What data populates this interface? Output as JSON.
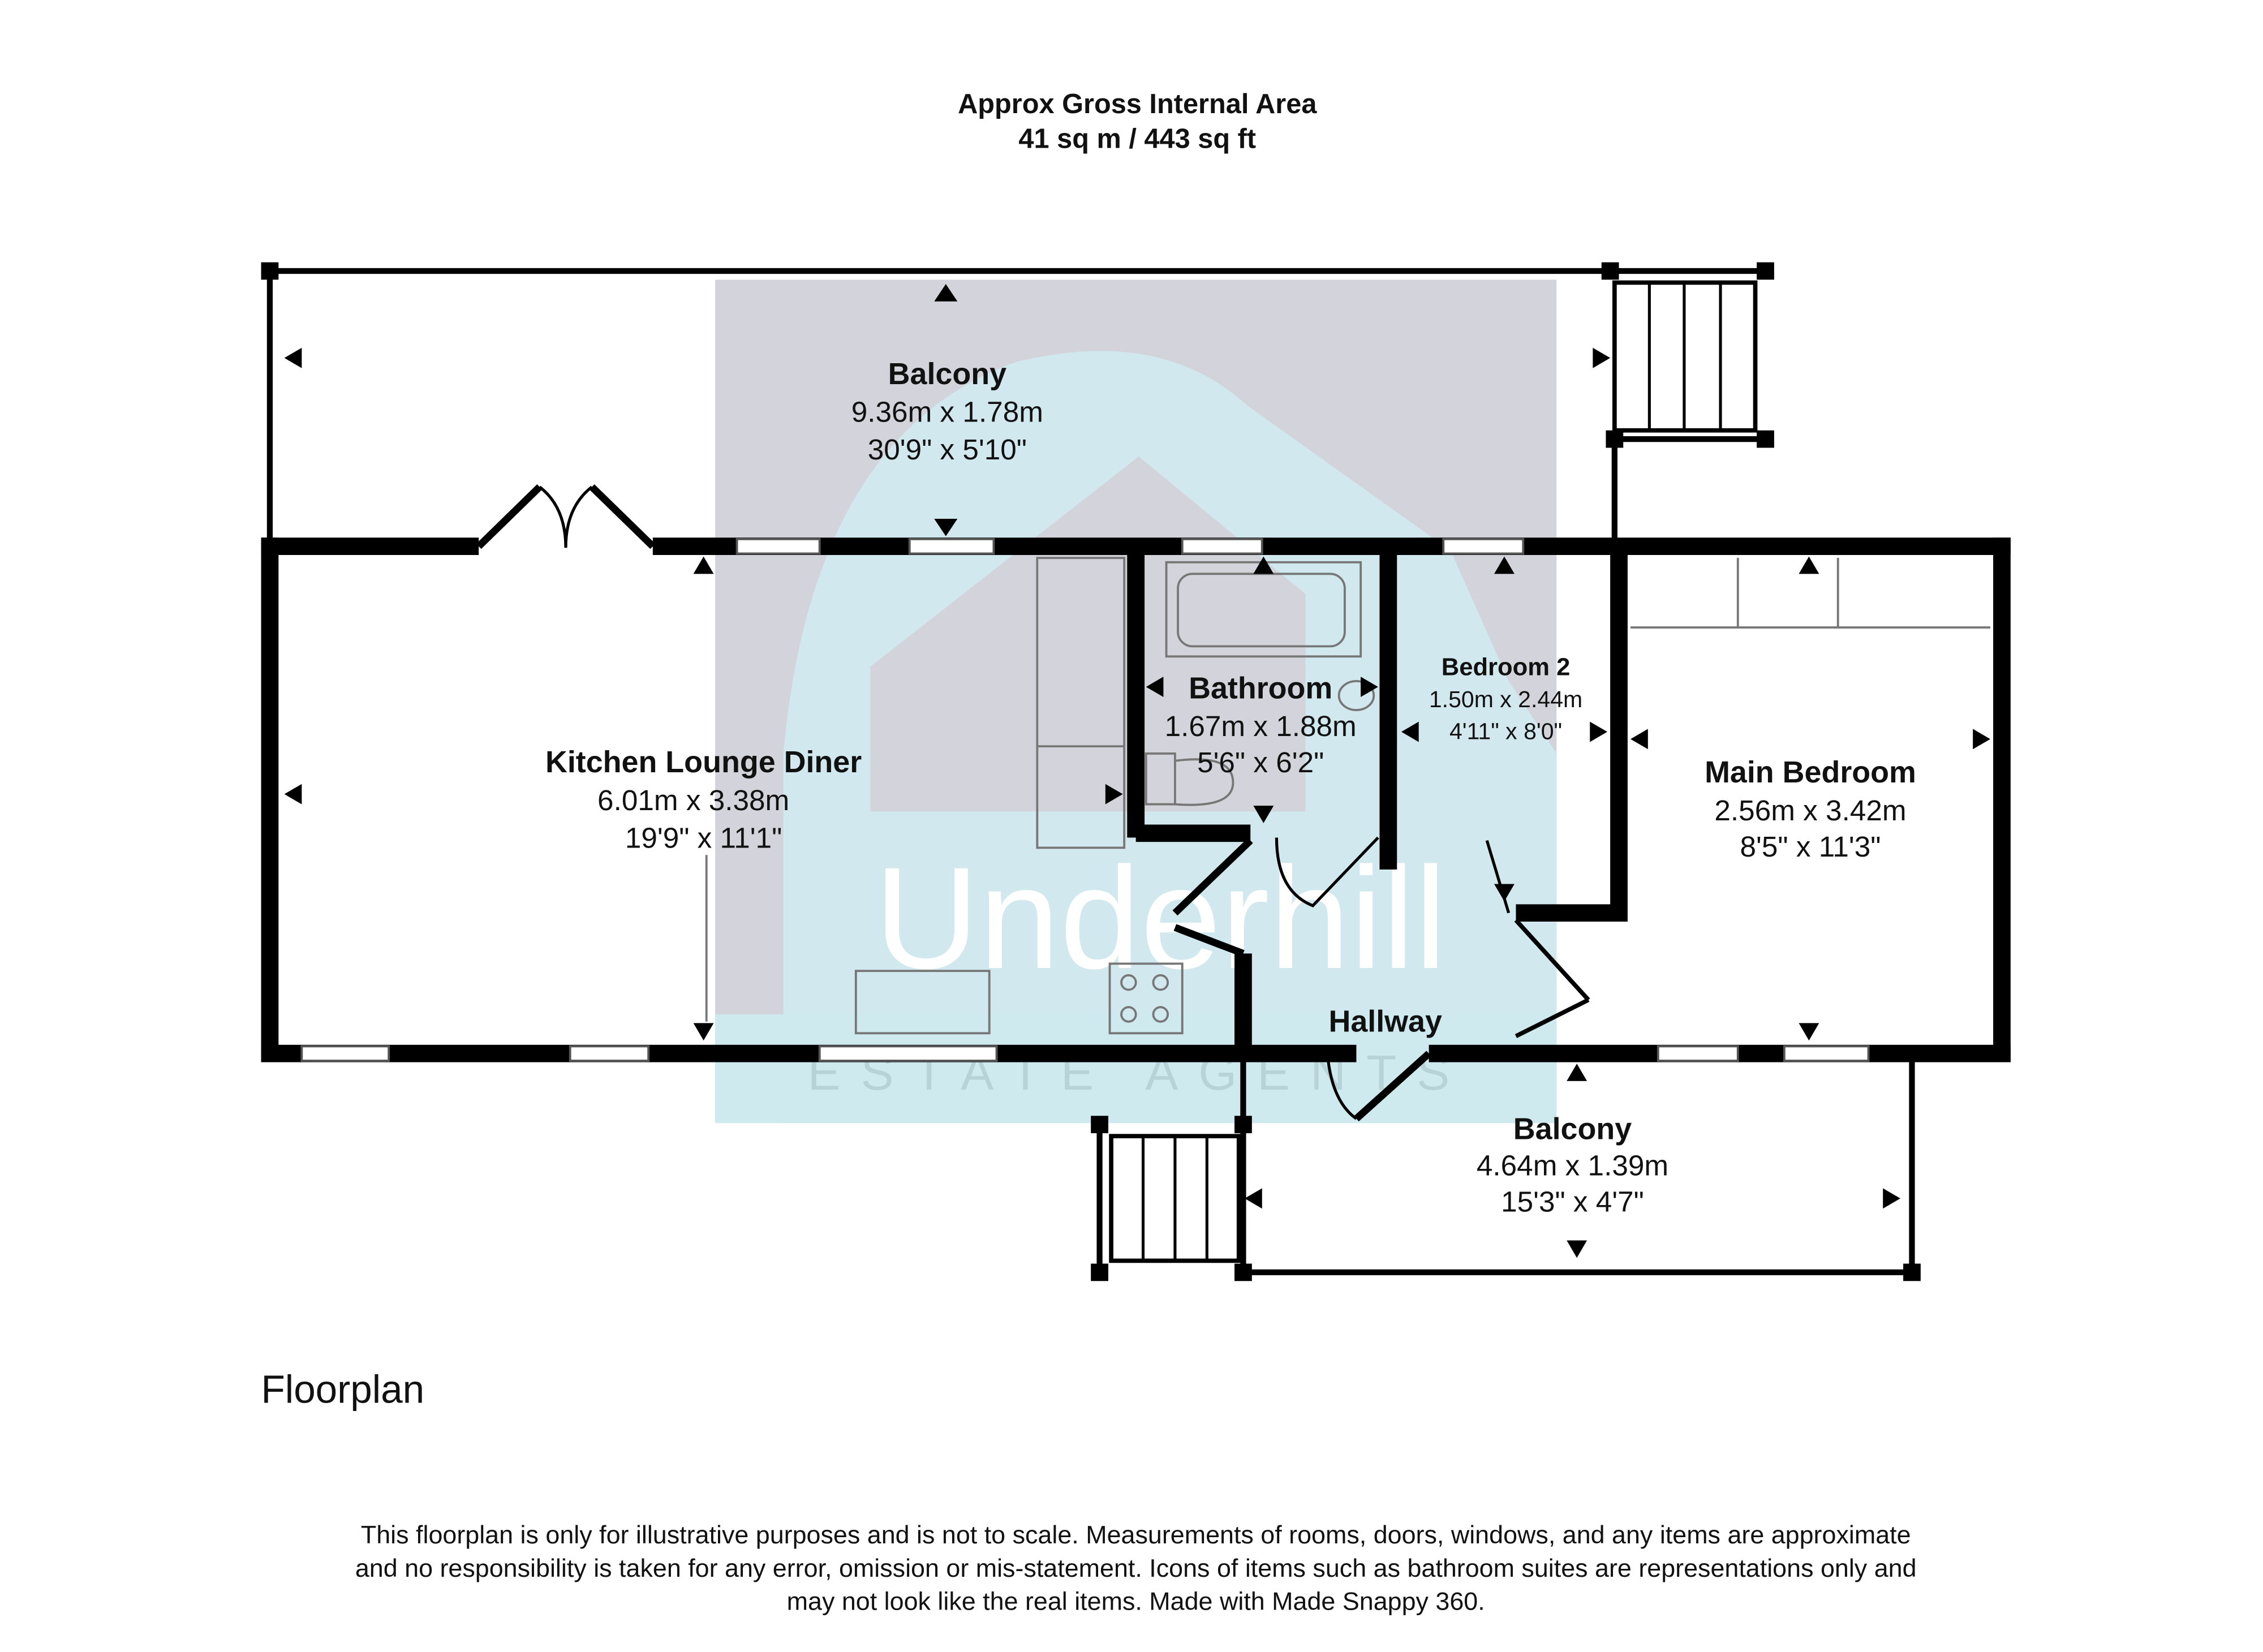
{
  "header": {
    "title": "Approx Gross Internal Area",
    "area": "41 sq m / 443 sq ft"
  },
  "rooms": [
    {
      "name": "Balcony",
      "metric": "9.36m x 1.78m",
      "imperial": "30'9\" x 5'10\""
    },
    {
      "name": "Kitchen Lounge Diner",
      "metric": "6.01m x 3.38m",
      "imperial": "19'9\" x 11'1\""
    },
    {
      "name": "Bathroom",
      "metric": "1.67m x 1.88m",
      "imperial": "5'6\" x 6'2\""
    },
    {
      "name": "Bedroom 2",
      "metric": "1.50m x 2.44m",
      "imperial": "4'11\" x 8'0\""
    },
    {
      "name": "Main Bedroom",
      "metric": "2.56m x 3.42m",
      "imperial": "8'5\" x 11'3\""
    },
    {
      "name": "Hallway"
    },
    {
      "name": "Balcony",
      "metric": "4.64m x 1.39m",
      "imperial": "15'3\" x 4'7\""
    }
  ],
  "watermark": {
    "brand": "Underhill",
    "tagline": "ESTATE AGENTS"
  },
  "floor_label": "Floorplan",
  "disclaimer": [
    "This floorplan is only for illustrative purposes and is not to scale. Measurements of rooms, doors, windows, and any items are approximate",
    "and no responsibility is taken for any error, omission or mis-statement. Icons of items such as bathroom suites are representations only and",
    "may not look like the real items. Made with Made Snappy 360."
  ],
  "colors": {
    "wall": "#000000",
    "watermark_gray": "#d3d3dc",
    "watermark_teal": "#cfeaef"
  }
}
